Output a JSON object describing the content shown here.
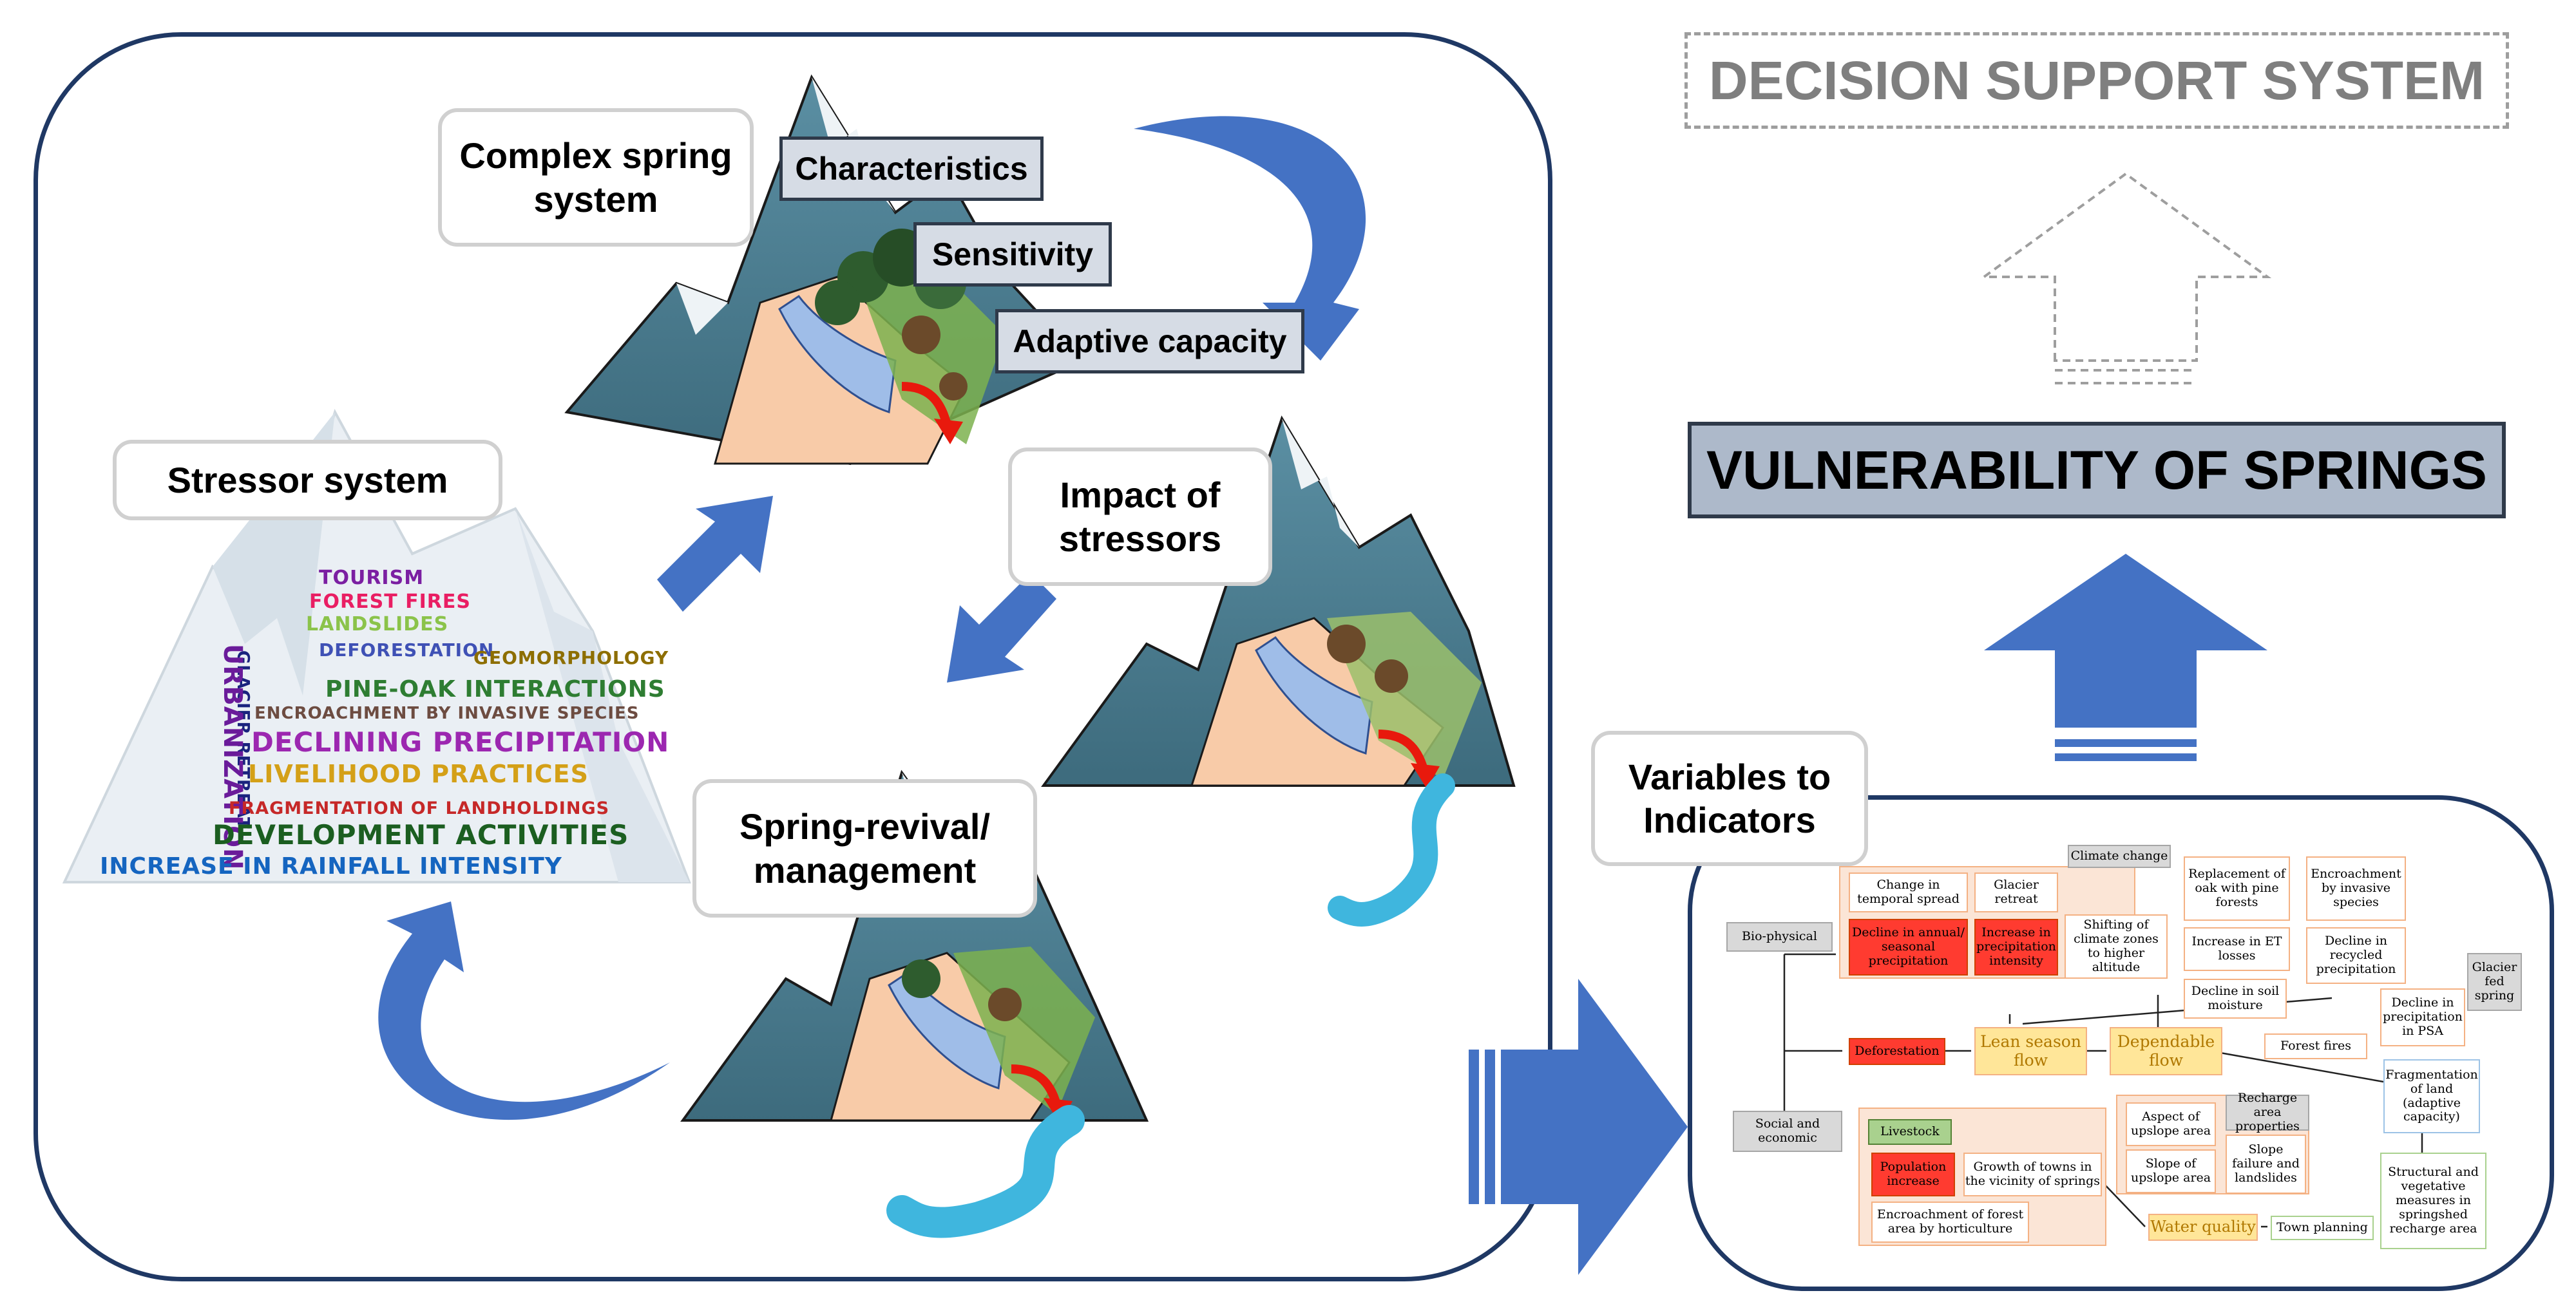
{
  "titles": {
    "decision_support": "DECISION SUPPORT SYSTEM",
    "vulnerability": "VULNERABILITY OF SPRINGS"
  },
  "labels": {
    "complex_spring": "Complex spring system",
    "characteristics": "Characteristics",
    "sensitivity": "Sensitivity",
    "adaptive_capacity": "Adaptive capacity",
    "stressor_system": "Stressor system",
    "impact_stressors": "Impact of stressors",
    "spring_revival": "Spring-revival/ management",
    "variables_indicators": "Variables to Indicators"
  },
  "stressor_words": [
    {
      "text": "Tourism",
      "color": "#7b1fa2"
    },
    {
      "text": "Forest fires",
      "color": "#e91e63"
    },
    {
      "text": "Landslides",
      "color": "#8bc34a"
    },
    {
      "text": "Deforestation",
      "color": "#3f51b5"
    },
    {
      "text": "Geomorphology",
      "color": "#8d6e00"
    },
    {
      "text": "Glacier retreat",
      "color": "#1a237e"
    },
    {
      "text": "Urbanization",
      "color": "#6a1b9a"
    },
    {
      "text": "Pine-oak interactions",
      "color": "#2e7d32"
    },
    {
      "text": "Encroachment by invasive species",
      "color": "#6d4c41"
    },
    {
      "text": "Declining precipitation",
      "color": "#9c27b0"
    },
    {
      "text": "Livelihood practices",
      "color": "#d4a017"
    },
    {
      "text": "Fragmentation of landholdings",
      "color": "#c62828"
    },
    {
      "text": "Development activities",
      "color": "#1b5e20"
    },
    {
      "text": "Increase in rainfall intensity",
      "color": "#1565c0"
    }
  ],
  "flow": {
    "climate_change": "Climate change",
    "bio_physical": "Bio-physical",
    "change_temporal": "Change in temporal spread",
    "glacier_retreat": "Glacier retreat",
    "decline_annual": "Decline in annual/ seasonal precipitation",
    "increase_intensity": "Increase in precipitation intensity",
    "shifting_zones": "Shifting of climate zones to higher altitude",
    "replacement_oak": "Replacement of oak with pine forests",
    "encroach_invasive": "Encroachment by invasive species",
    "increase_et": "Increase in ET losses",
    "decline_recycled": "Decline in recycled precipitation",
    "decline_soil": "Decline in soil moisture",
    "glacier_fed": "Glacier fed spring",
    "decline_psa": "Decline in precipitation in PSA",
    "deforestation": "Deforestation",
    "lean_season": "Lean season flow",
    "dependable": "Dependable flow",
    "forest_fires": "Forest fires",
    "fragmentation": "Fragmentation of land (adaptive capacity)",
    "social_economic": "Social and economic",
    "livestock": "Livestock",
    "recharge_props": "Recharge area properties",
    "aspect_upslope": "Aspect of upslope area",
    "slope_upslope": "Slope of upslope area",
    "slope_failure": "Slope failure and landslides",
    "population": "Population increase",
    "growth_towns": "Growth of towns in the vicinity of springs",
    "encroach_forest": "Encroachment of forest area by horticulture",
    "water_quality": "Water quality",
    "town_planning": "Town planning",
    "structural": "Structural and vegetative measures in springshed recharge area"
  },
  "colors": {
    "arrow_blue": "#4472c4",
    "panel_border": "#1f3864",
    "mountain": "#4a7a8c",
    "snow": "#dfe8ee",
    "water": "#3fb6de"
  }
}
